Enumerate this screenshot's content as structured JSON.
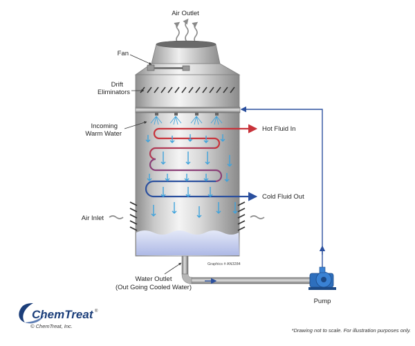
{
  "labels": {
    "air_outlet": "Air Outlet",
    "fan": "Fan",
    "drift_1": "Drift",
    "drift_2": "Eliminators",
    "incoming_1": "Incoming",
    "incoming_2": "Warm Water",
    "hot_fluid_in": "Hot Fluid In",
    "cold_fluid_out": "Cold Fluid Out",
    "air_inlet": "Air Inlet",
    "water_outlet_1": "Water Outlet",
    "water_outlet_2": "(Out Going Cooled Water)",
    "pump": "Pump",
    "graphics_id": "Graphics # AN3284"
  },
  "brand": {
    "name": "ChemTreat",
    "trademark": "®",
    "copyright": "© ChemTreat, Inc."
  },
  "footnote": "*Drawing not to scale. For illustration purposes only.",
  "colors": {
    "hot": "#c8323a",
    "cold": "#2a4f9e",
    "water": "#3fa3dc",
    "brand": "#1b3e7a"
  }
}
